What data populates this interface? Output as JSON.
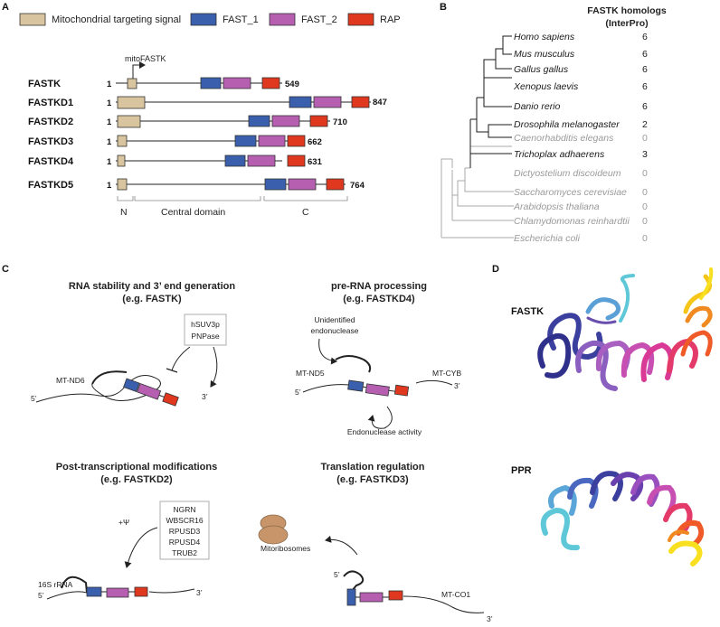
{
  "colors": {
    "mts": "#d8c49e",
    "fast1": "#3a5fad",
    "fast2": "#b65fb0",
    "rap": "#e0371f",
    "ribosome": "#c8956a",
    "tree_dark": "#1a1a1a",
    "tree_grey": "#a0a0a0"
  },
  "panels": {
    "a": "A",
    "b": "B",
    "c": "C",
    "d": "D"
  },
  "legend": {
    "mts": "Mitochondrial targeting signal",
    "fast1": "FAST_1",
    "fast2": "FAST_2",
    "rap": "RAP"
  },
  "panel_a": {
    "mito_label": "mitoFASTK",
    "start": "1",
    "proteins": [
      {
        "name": "FASTK",
        "length": "549"
      },
      {
        "name": "FASTKD1",
        "length": "847"
      },
      {
        "name": "FASTKD2",
        "length": "710"
      },
      {
        "name": "FASTKD3",
        "length": "662"
      },
      {
        "name": "FASTKD4",
        "length": "631"
      },
      {
        "name": "FASTKD5",
        "length": "764"
      }
    ],
    "regions": {
      "n": "N",
      "central": "Central domain",
      "c": "C"
    }
  },
  "panel_b": {
    "header_line1": "FASTK homologs",
    "header_line2": "(InterPro)",
    "species": [
      {
        "name": "Homo sapiens",
        "count": "6",
        "style": "dark"
      },
      {
        "name": "Mus musculus",
        "count": "6",
        "style": "dark"
      },
      {
        "name": "Gallus gallus",
        "count": "6",
        "style": "dark"
      },
      {
        "name": "Xenopus laevis",
        "count": "6",
        "style": "dark"
      },
      {
        "name": "Danio rerio",
        "count": "6",
        "style": "dark"
      },
      {
        "name": "Drosophila melanogaster",
        "count": "2",
        "style": "dark"
      },
      {
        "name": "Caenorhabditis elegans",
        "count": "0",
        "style": "grey"
      },
      {
        "name": "Trichoplax adhaerens",
        "count": "3",
        "style": "dark"
      },
      {
        "name": "Dictyostelium discoideum",
        "count": "0",
        "style": "grey"
      },
      {
        "name": "Saccharomyces cerevisiae",
        "count": "0",
        "style": "grey"
      },
      {
        "name": "Arabidopsis thaliana",
        "count": "0",
        "style": "grey"
      },
      {
        "name": "Chlamydomonas reinhardtii",
        "count": "0",
        "style": "grey"
      },
      {
        "name": "Escherichia coli",
        "count": "0",
        "style": "grey"
      }
    ]
  },
  "panel_c": {
    "c1": {
      "title1": "RNA stability and 3’ end generation",
      "title2": "(e.g. FASTK)",
      "box1": "hSUV3p",
      "box2": "PNPase",
      "rna": "MT-ND6",
      "five": "5’",
      "three": "3’"
    },
    "c2": {
      "title1": "pre-RNA processing",
      "title2": "(e.g. FASTKD4)",
      "endo1": "Unidentified",
      "endo2": "endonuclease",
      "rna_left": "MT-ND5",
      "rna_right": "MT-CYB",
      "five": "5’",
      "three": "3’",
      "activity": "Endonuclease activity"
    },
    "c3": {
      "title1": "Post-transcriptional modifications",
      "title2": "(e.g. FASTKD2)",
      "box": [
        "NGRN",
        "WBSCR16",
        "RPUSD3",
        "RPUSD4",
        "TRUB2"
      ],
      "psi": "+Ψ",
      "rna": "16S rRNA",
      "five": "5’",
      "three": "3’"
    },
    "c4": {
      "title1": "Translation regulation",
      "title2": "(e.g. FASTKD3)",
      "ribo": "Mitoribosomes",
      "rna": "MT-CO1",
      "five": "5’",
      "three": "3’"
    }
  },
  "panel_d": {
    "fastk": "FASTK",
    "ppr": "PPR"
  }
}
